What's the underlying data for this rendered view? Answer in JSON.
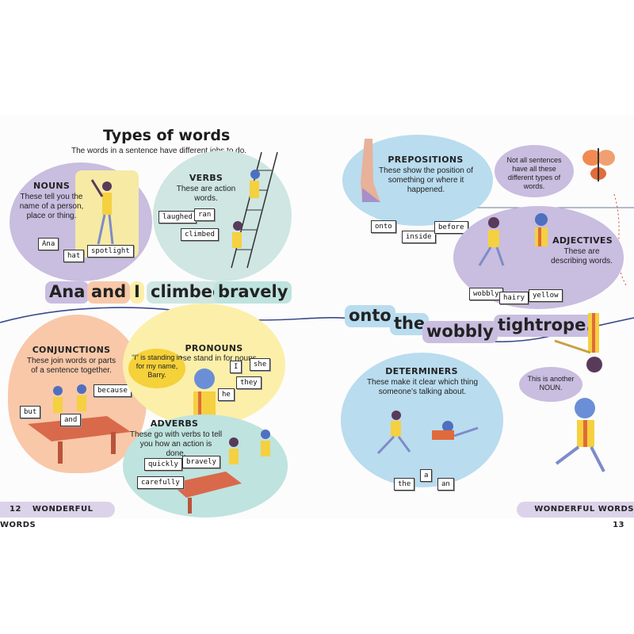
{
  "page": {
    "title": "Types of words",
    "subtitle": "The words in a sentence have different jobs to do."
  },
  "nouns": {
    "heading": "NOUNS",
    "text": "These tell you the name of a person, place or thing.",
    "cards": [
      "Ana",
      "hat",
      "spotlight"
    ]
  },
  "verbs": {
    "heading": "VERBS",
    "text": "These are action words.",
    "cards": [
      "laughed",
      "ran",
      "climbed"
    ]
  },
  "conjunctions": {
    "heading": "CONJUNCTIONS",
    "text": "These join words or parts of a sentence together.",
    "cards": [
      "because",
      "but",
      "and"
    ]
  },
  "pronouns": {
    "heading": "PRONOUNS",
    "text": "These stand in for nouns.",
    "note": "“I” is standing in for my name, Barry.",
    "cards": [
      "I",
      "she",
      "they",
      "he"
    ]
  },
  "adverbs": {
    "heading": "ADVERBS",
    "text": "These go with verbs to tell you how an action is done.",
    "cards": [
      "quickly",
      "bravely",
      "carefully"
    ]
  },
  "prepositions": {
    "heading": "PREPOSITIONS",
    "text": "These show the position of something or where it happened.",
    "cards": [
      "onto",
      "inside",
      "before"
    ]
  },
  "note_sentences": "Not all sentences have all these different types of words.",
  "adjectives": {
    "heading": "ADJECTIVES",
    "text": "These are describing words.",
    "cards": [
      "wobbly",
      "hairy",
      "yellow"
    ]
  },
  "determiners": {
    "heading": "DETERMINERS",
    "text": "These make it clear which thing someone’s talking about.",
    "cards": [
      "the",
      "a",
      "an"
    ]
  },
  "note_noun": "This is another NOUN.",
  "sentence": {
    "w1": "Ana",
    "w2": "and",
    "w3": "I",
    "w4": "climbed",
    "w5": "bravely",
    "w6": "onto",
    "w7": "the",
    "w8": "wobbly",
    "w9": "tightrope."
  },
  "footer": {
    "left_num": "12",
    "left_label": "WONDERFUL WORDS",
    "right_label": "WONDERFUL WORDS",
    "right_num": "13"
  },
  "colors": {
    "purple": "#c9bde0",
    "blue": "#b9dcef",
    "green": "#cfe6e2",
    "peach": "#f8c8a9",
    "yellow": "#fcefa9",
    "teal": "#bfe3df",
    "tightrope": "#3b4b8c"
  }
}
